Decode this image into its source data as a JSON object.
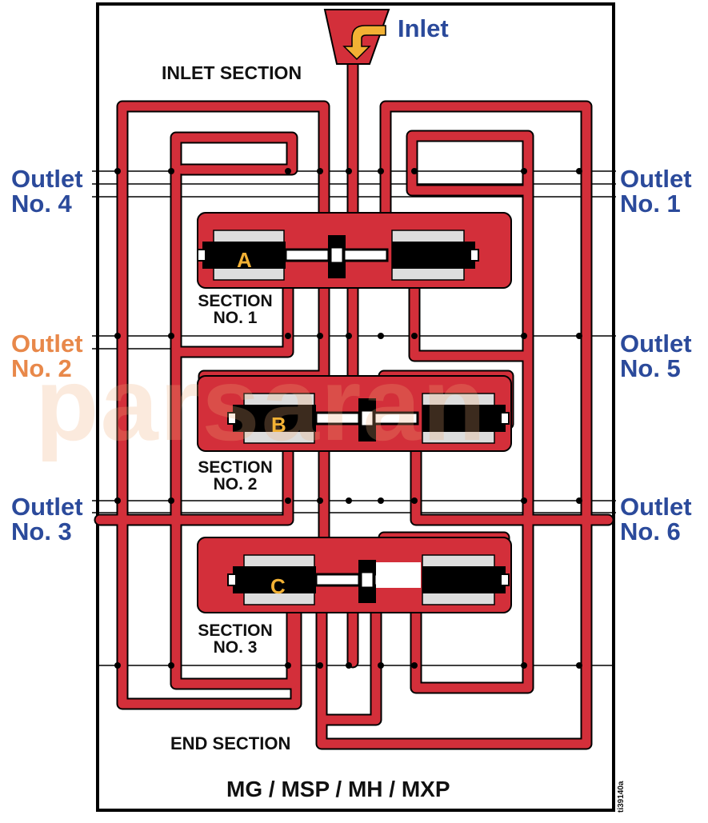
{
  "inlet": {
    "label": "Inlet"
  },
  "sections": {
    "inlet_section": "INLET SECTION",
    "section_1": [
      "SECTION",
      "NO. 1"
    ],
    "section_2": [
      "SECTION",
      "NO. 2"
    ],
    "section_3": [
      "SECTION",
      "NO. 3"
    ],
    "end_section": "END SECTION"
  },
  "spools": [
    "A",
    "B",
    "C"
  ],
  "outlets_left": [
    {
      "line1": "Outlet",
      "line2": "No. 4",
      "color": "#2b4a9b"
    },
    {
      "line1": "Outlet",
      "line2": "No. 2",
      "color": "#e8884a"
    },
    {
      "line1": "Outlet",
      "line2": "No. 3",
      "color": "#2b4a9b"
    }
  ],
  "outlets_right": [
    {
      "line1": "Outlet",
      "line2": "No. 1",
      "color": "#2b4a9b"
    },
    {
      "line1": "Outlet",
      "line2": "No. 5",
      "color": "#2b4a9b"
    },
    {
      "line1": "Outlet",
      "line2": "No. 6",
      "color": "#2b4a9b"
    }
  ],
  "footer": "MG / MSP / MH / MXP",
  "figure_code": "ti39140a",
  "watermark": "parsaran",
  "colors": {
    "pipe": "#d32f3a",
    "pipe_outline": "#111111",
    "outlet_blue": "#2b4a9b",
    "outlet_orange": "#e8884a",
    "arrow": "#f2b134"
  }
}
